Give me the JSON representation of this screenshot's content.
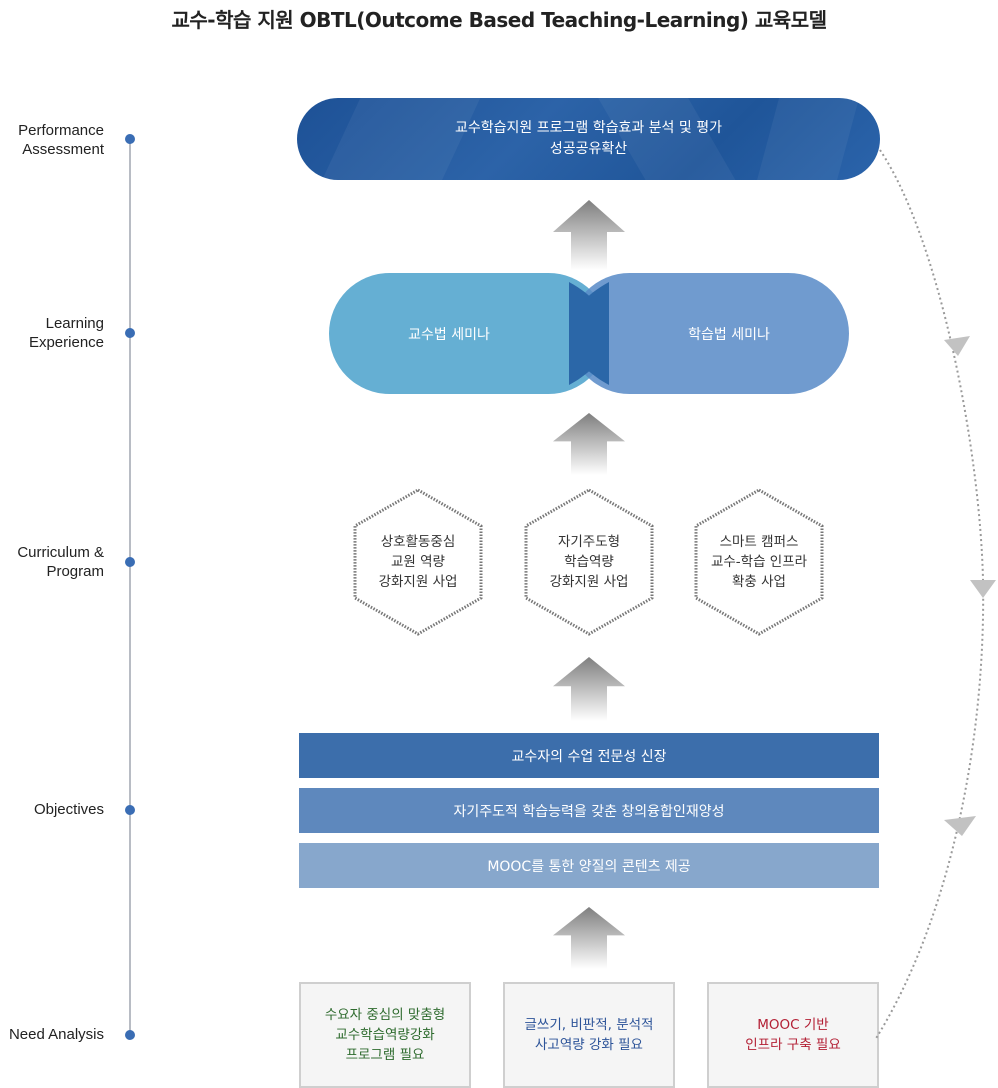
{
  "title": "교수-학습 지원 OBTL(Outcome Based Teaching-Learning) 교육모델",
  "stages": [
    {
      "label": "Performance\nAssessment"
    },
    {
      "label": "Learning\nExperience"
    },
    {
      "label": "Curriculum &\nProgram"
    },
    {
      "label": "Objectives"
    },
    {
      "label": "Need Analysis"
    }
  ],
  "performance": {
    "line1": "교수학습지원 프로그램 학습효과 분석 및 평가",
    "line2": "성공공유확산",
    "color": "#1f5599"
  },
  "seminars": {
    "left": "교수법 세미나",
    "right": "학습법 세미나",
    "left_color": "#65afd3",
    "right_color": "#6f9dd0"
  },
  "programs": [
    {
      "lines": [
        "상호활동중심",
        "교원 역량",
        "강화지원 사업"
      ]
    },
    {
      "lines": [
        "자기주도형",
        "학습역량",
        "강화지원 사업"
      ]
    },
    {
      "lines": [
        "스마트 캠퍼스",
        "교수-학습 인프라",
        "확충 사업"
      ]
    }
  ],
  "objectives": [
    {
      "label": "교수자의 수업 전문성 신장",
      "color": "#3c6eab"
    },
    {
      "label": "자기주도적 학습능력을 갖춘 창의융합인재양성",
      "color": "#5e88bd"
    },
    {
      "label": "MOOC를 통한 양질의 콘텐츠 제공",
      "color": "#87a7cc"
    }
  ],
  "needs": [
    {
      "lines": [
        "수요자 중심의 맞춤형",
        "교수학습역량강화",
        "프로그램 필요"
      ],
      "color": "#2e6b2e"
    },
    {
      "lines": [
        "글쓰기, 비판적, 분석적",
        "사고역량 강화 필요"
      ],
      "color": "#2d5499"
    },
    {
      "lines": [
        "MOOC 기반",
        "인프라 구축 필요"
      ],
      "color": "#b32035"
    }
  ]
}
